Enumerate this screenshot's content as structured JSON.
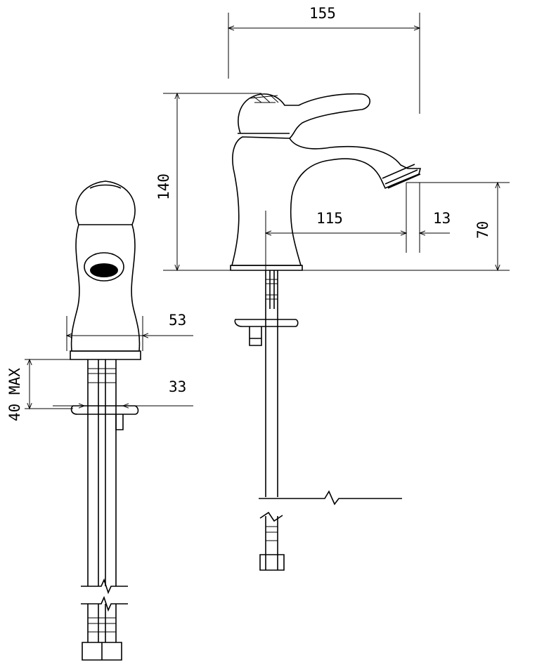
{
  "drawing": {
    "side_view": {
      "dimensions": {
        "width_total": "155",
        "height_total": "140",
        "spout_reach": "115",
        "outlet_diameter": "13",
        "spout_height": "70"
      }
    },
    "front_view": {
      "dimensions": {
        "base_width": "53",
        "hole_diameter": "33",
        "deck_thickness": "40 MAX"
      }
    },
    "line_color": "#000000",
    "background_color": "#ffffff"
  }
}
